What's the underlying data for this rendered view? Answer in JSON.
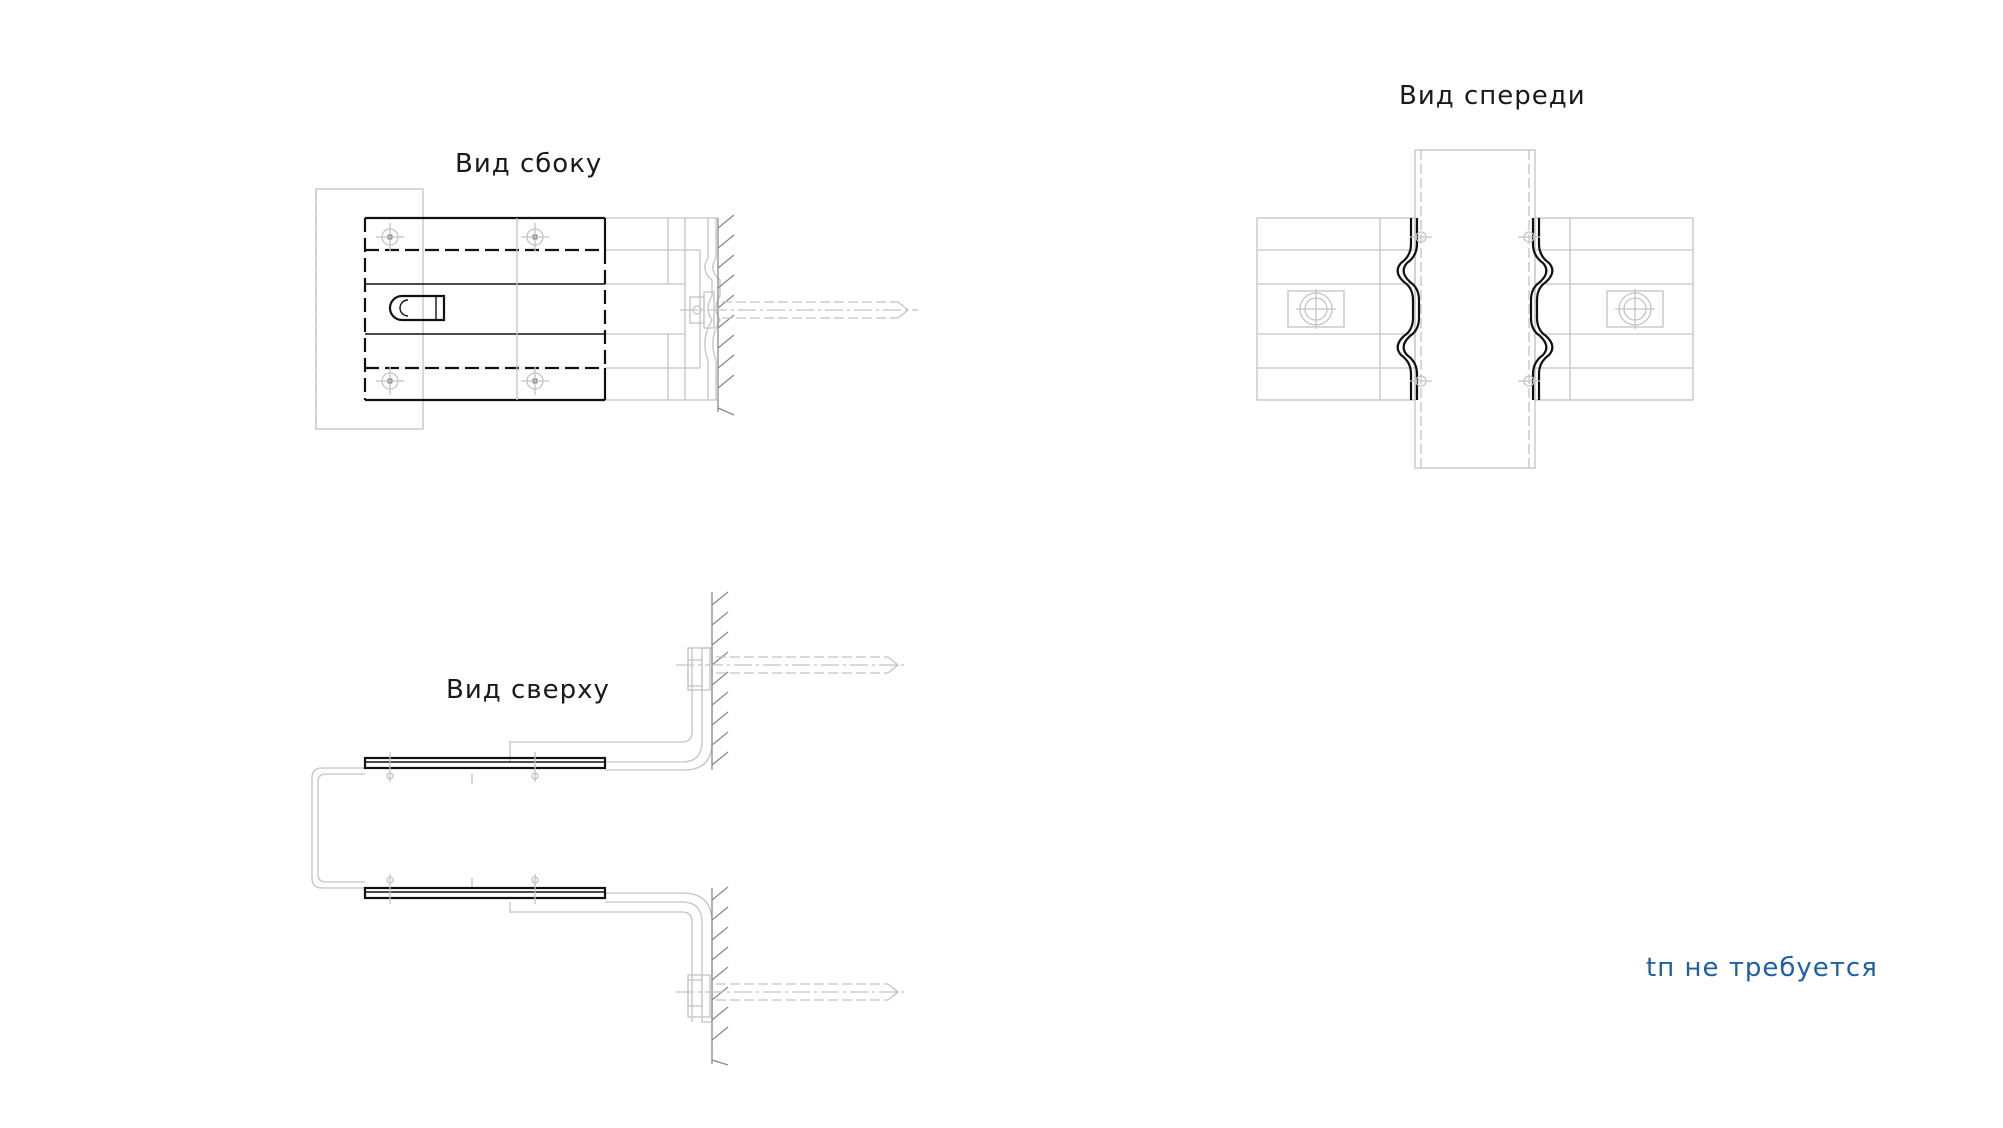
{
  "views": {
    "side_title": "Вид сбоку",
    "front_title": "Вид спереди",
    "top_title": "Вид сверху"
  },
  "note": {
    "text": "tп не требуется",
    "color": "#1f5fa8"
  }
}
